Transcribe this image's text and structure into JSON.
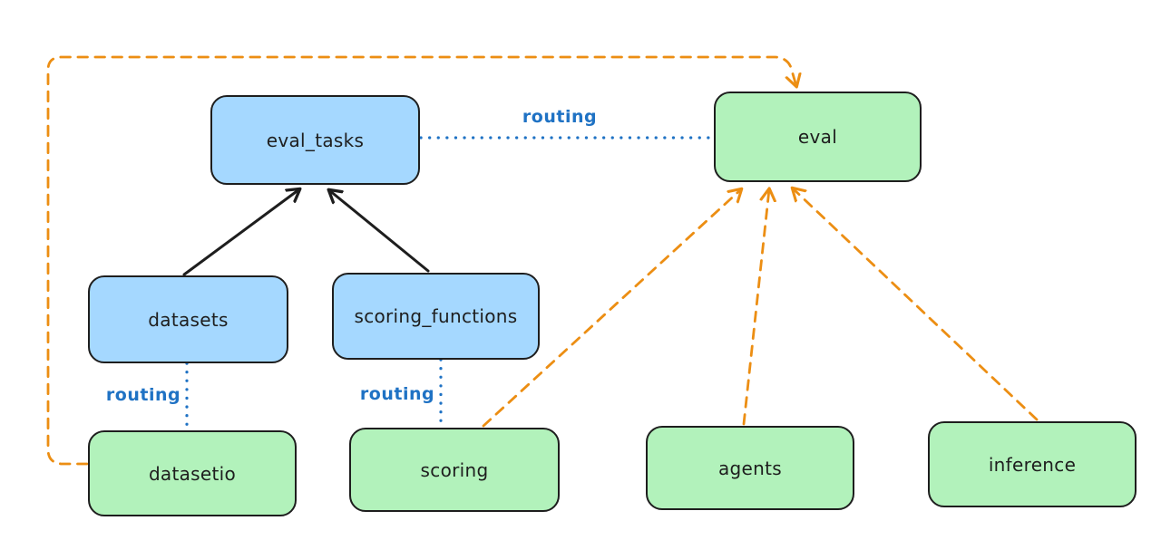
{
  "diagram": {
    "colors": {
      "background": "#ffffff",
      "blue_node_fill": "#a5d8ff",
      "green_node_fill": "#b2f2bb",
      "node_stroke": "#1e1e1e",
      "solid_arrow": "#1e1e1e",
      "dashed_arrow_orange": "#ec8e13",
      "routing_blue": "#1f72c4"
    },
    "nodes": {
      "eval_tasks": {
        "label": "eval_tasks",
        "kind": "blue"
      },
      "eval": {
        "label": "eval",
        "kind": "green"
      },
      "datasets": {
        "label": "datasets",
        "kind": "blue"
      },
      "scoring_functions": {
        "label": "scoring_functions",
        "kind": "blue"
      },
      "datasetio": {
        "label": "datasetio",
        "kind": "green"
      },
      "scoring": {
        "label": "scoring",
        "kind": "green"
      },
      "agents": {
        "label": "agents",
        "kind": "green"
      },
      "inference": {
        "label": "inference",
        "kind": "green"
      }
    },
    "edge_labels": {
      "eval_tasks_eval": "routing",
      "datasets_datasetio": "routing",
      "scoring_functions_scoring": "routing"
    },
    "edges": [
      {
        "from": "datasets",
        "to": "eval_tasks",
        "style": "solid-black-arrow"
      },
      {
        "from": "scoring_functions",
        "to": "eval_tasks",
        "style": "solid-black-arrow"
      },
      {
        "from": "eval_tasks",
        "to": "eval",
        "style": "dotted-blue",
        "label": "routing"
      },
      {
        "from": "datasets",
        "to": "datasetio",
        "style": "dotted-blue",
        "label": "routing"
      },
      {
        "from": "scoring_functions",
        "to": "scoring",
        "style": "dotted-blue",
        "label": "routing"
      },
      {
        "from": "datasetio",
        "to": "eval",
        "style": "dashed-orange-arrow",
        "path": "left-around-top"
      },
      {
        "from": "scoring",
        "to": "eval",
        "style": "dashed-orange-arrow"
      },
      {
        "from": "agents",
        "to": "eval",
        "style": "dashed-orange-arrow"
      },
      {
        "from": "inference",
        "to": "eval",
        "style": "dashed-orange-arrow"
      }
    ]
  }
}
